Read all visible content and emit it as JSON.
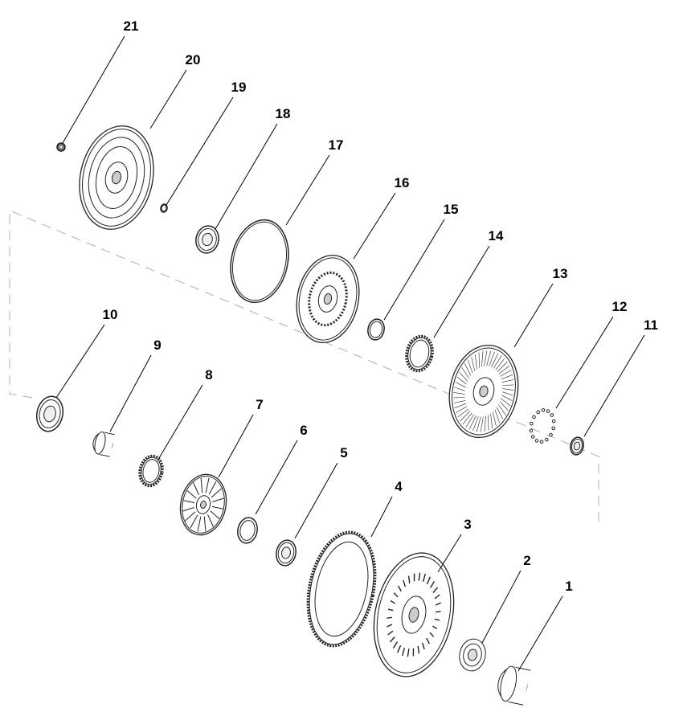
{
  "diagram": {
    "type": "exploded-parts-view",
    "callouts": [
      "1",
      "2",
      "3",
      "4",
      "5",
      "6",
      "7",
      "8",
      "9",
      "10",
      "11",
      "12",
      "13",
      "14",
      "15",
      "16",
      "17",
      "18",
      "19",
      "20",
      "21"
    ]
  }
}
